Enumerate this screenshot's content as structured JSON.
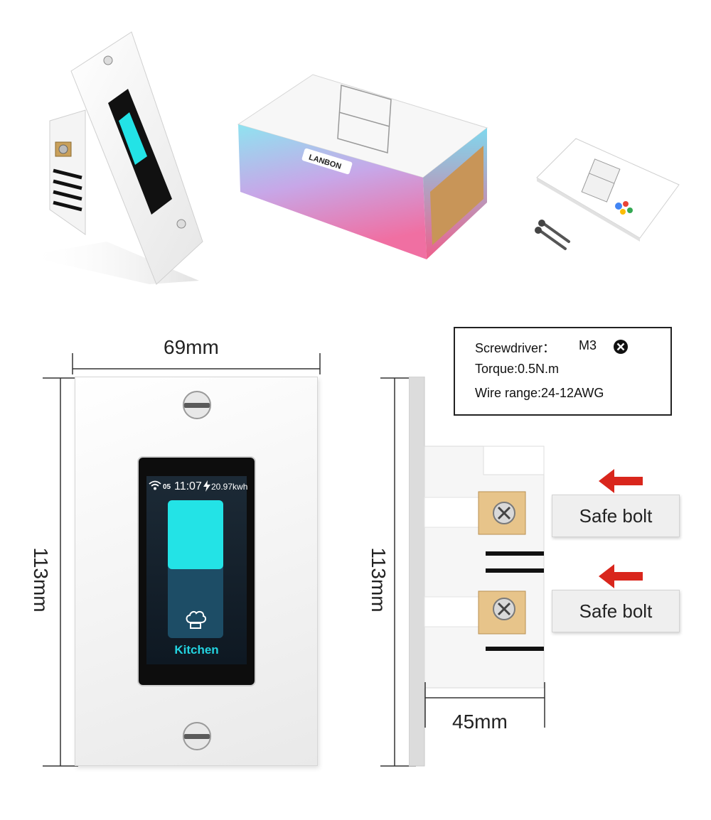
{
  "dimensions": {
    "width": "69mm",
    "height_front": "113mm",
    "height_side": "113mm",
    "depth": "45mm"
  },
  "info_box": {
    "screwdriver_label": "Screwdriver：",
    "screwdriver_value": "M3",
    "torque": "Torque:0.5N.m",
    "wire_range": "Wire range:24-12AWG"
  },
  "screen": {
    "signal": "05",
    "time": "11:07",
    "energy": "20.97kwh",
    "room": "Kitchen"
  },
  "safe_bolts": [
    {
      "label": "Safe bolt"
    },
    {
      "label": "Safe bolt"
    }
  ],
  "box": {
    "brand": "LANBON"
  },
  "colors": {
    "accent_cyan": "#23e3e6",
    "arrow_red": "#d9261c"
  },
  "icons": [
    "wifi-icon",
    "lightning-icon",
    "chef-hat-icon",
    "screw-icon",
    "arrow-left-icon",
    "no-symbol-icon"
  ]
}
